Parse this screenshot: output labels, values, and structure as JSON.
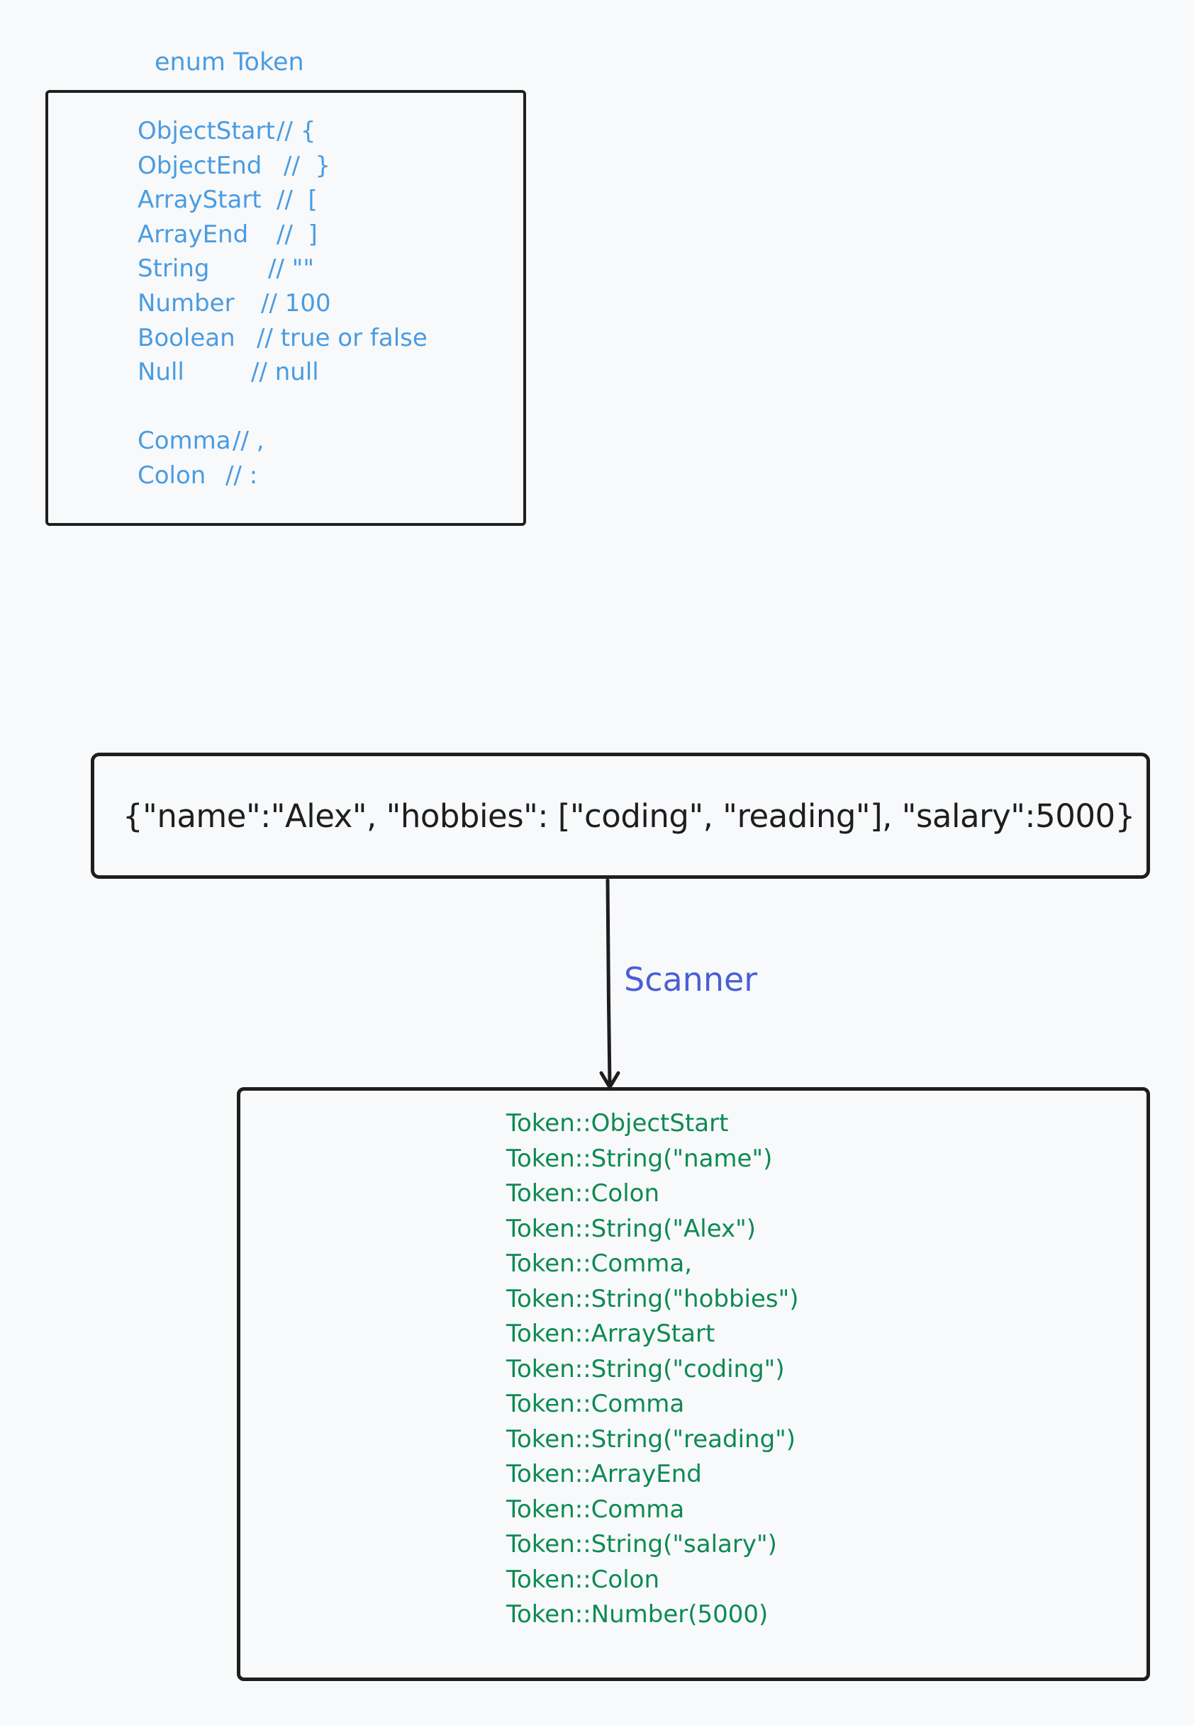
{
  "enum_block": {
    "title": "enum Token",
    "items": [
      {
        "name": "ObjectStart",
        "comment": "// {"
      },
      {
        "name": "ObjectEnd",
        "comment": "//  }"
      },
      {
        "name": "ArrayStart",
        "comment": "//  ["
      },
      {
        "name": "ArrayEnd",
        "comment": "//  ]"
      },
      {
        "name": "String",
        "comment": "// \"\""
      },
      {
        "name": "Number",
        "comment": "// 100"
      },
      {
        "name": "Boolean",
        "comment": "// true or false"
      },
      {
        "name": "Null",
        "comment": "// null"
      },
      {
        "name": "",
        "comment": ""
      },
      {
        "name": "Comma",
        "comment": "// ,"
      },
      {
        "name": "Colon",
        "comment": "// :"
      }
    ]
  },
  "input": {
    "json": "{\"name\":\"Alex\", \"hobbies\": [\"coding\", \"reading\"], \"salary\":5000}"
  },
  "arrow": {
    "label": "Scanner"
  },
  "output": {
    "tokens": [
      "Token::ObjectStart",
      "Token::String(\"name\")",
      "Token::Colon",
      "Token::String(\"Alex\")",
      "Token::Comma,",
      "Token::String(\"hobbies\")",
      "Token::ArrayStart",
      "Token::String(\"coding\")",
      "Token::Comma",
      "Token::String(\"reading\")",
      "Token::ArrayEnd",
      "Token::Comma",
      "Token::String(\"salary\")",
      "Token::Colon",
      "Token::Number(5000)"
    ]
  },
  "colors": {
    "enum_text": "#4a9ce0",
    "scanner_label": "#4a5fd4",
    "token_text": "#0d8a53",
    "stroke": "#1e1e1e",
    "background": "#f8f9fb"
  }
}
